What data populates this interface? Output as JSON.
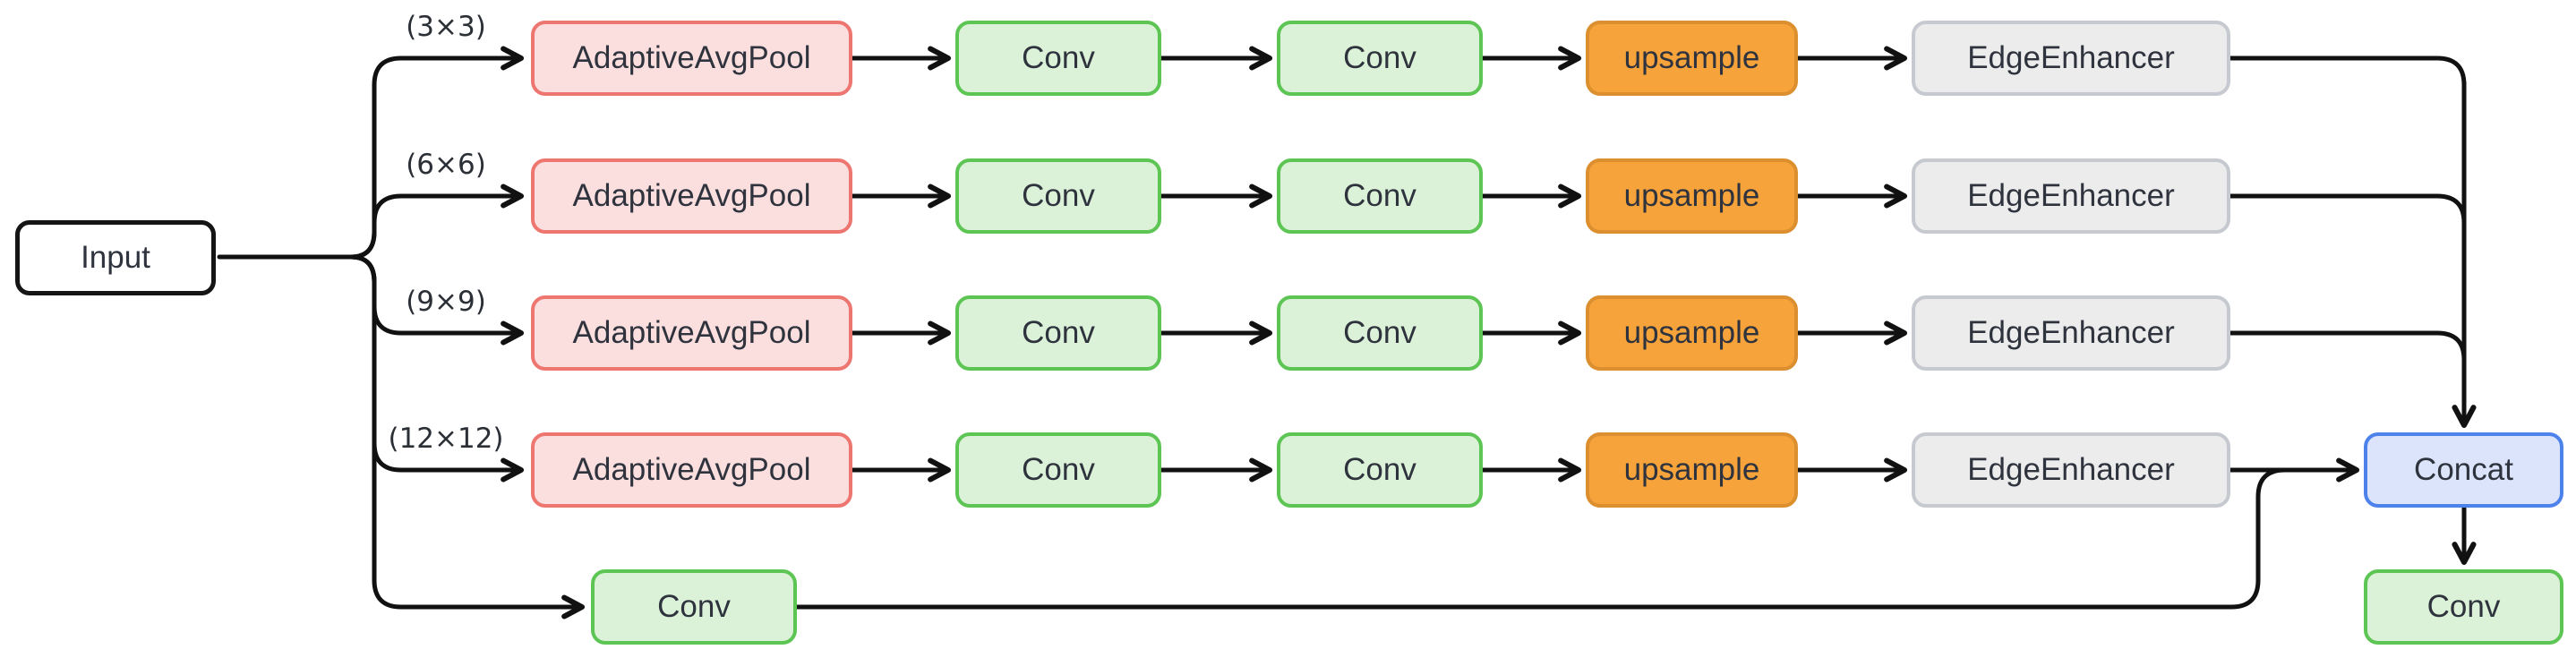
{
  "diagram": {
    "input": {
      "label": "Input"
    },
    "branches": [
      {
        "pool_size": "(3×3)",
        "nodes": [
          "AdaptiveAvgPool",
          "Conv",
          "Conv",
          "upsample",
          "EdgeEnhancer"
        ]
      },
      {
        "pool_size": "(6×6)",
        "nodes": [
          "AdaptiveAvgPool",
          "Conv",
          "Conv",
          "upsample",
          "EdgeEnhancer"
        ]
      },
      {
        "pool_size": "(9×9)",
        "nodes": [
          "AdaptiveAvgPool",
          "Conv",
          "Conv",
          "upsample",
          "EdgeEnhancer"
        ]
      },
      {
        "pool_size": "(12×12)",
        "nodes": [
          "AdaptiveAvgPool",
          "Conv",
          "Conv",
          "upsample",
          "EdgeEnhancer"
        ]
      }
    ],
    "shortcut_branch": {
      "node_label": "Conv"
    },
    "merge": {
      "label": "Concat"
    },
    "output": {
      "label": "Conv"
    },
    "colors": {
      "pool_fill": "#fbdede",
      "pool_border": "#ee7670",
      "conv_fill": "#dcf2d8",
      "conv_border": "#5dc553",
      "upsample_fill": "#f6a33c",
      "upsample_border": "#dc8f2f",
      "enhancer_fill": "#ececec",
      "enhancer_border": "#c6cad0",
      "concat_fill": "#dbe4fa",
      "concat_border": "#4d82eb",
      "input_fill": "#ffffff",
      "input_border": "#151515",
      "edge_line": "#111111",
      "text": "#2e333d"
    }
  }
}
